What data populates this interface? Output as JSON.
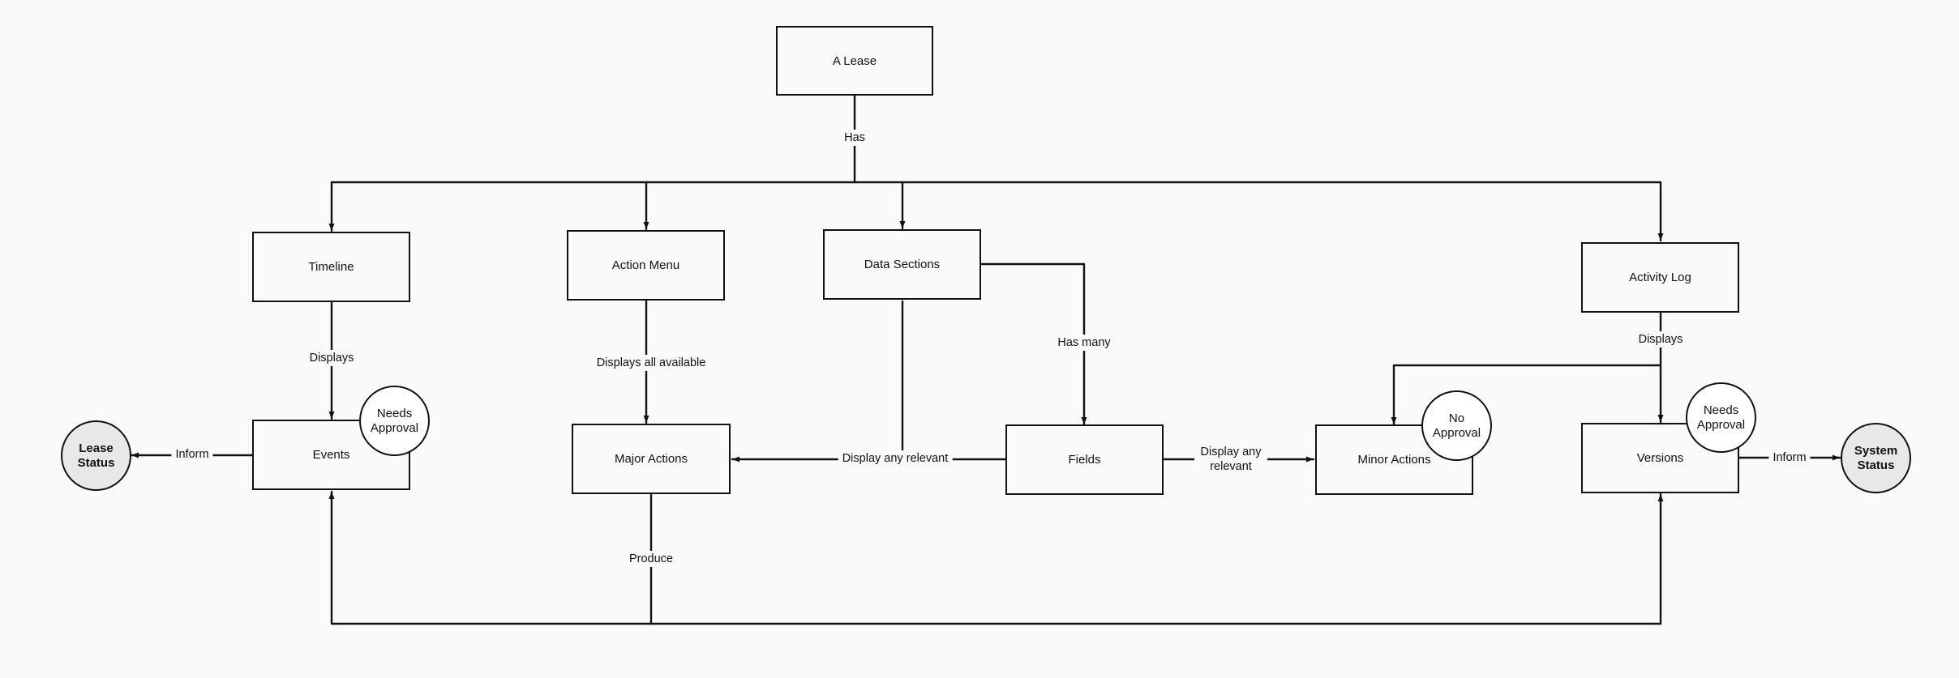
{
  "diagram": {
    "nodes": {
      "lease": "A Lease",
      "timeline": "Timeline",
      "action_menu": "Action Menu",
      "data_sections": "Data Sections",
      "activity_log": "Activity Log",
      "events": "Events",
      "major_actions": "Major Actions",
      "fields": "Fields",
      "minor_actions": "Minor Actions",
      "versions": "Versions"
    },
    "badges": {
      "events_badge": "Needs Approval",
      "minor_badge": "No Approval",
      "versions_badge": "Needs Approval"
    },
    "statuses": {
      "lease_status": "Lease Status",
      "system_status": "System Status"
    },
    "edge_labels": {
      "has": "Has",
      "timeline_displays": "Displays",
      "displays_all_available": "Displays all available",
      "has_many": "Has many",
      "activity_displays": "Displays",
      "inform_left": "Inform",
      "display_any_relevant": "Display any relevant",
      "display_any_relevant_2": "Display any relevant",
      "produce": "Produce",
      "inform_right": "Inform"
    }
  }
}
